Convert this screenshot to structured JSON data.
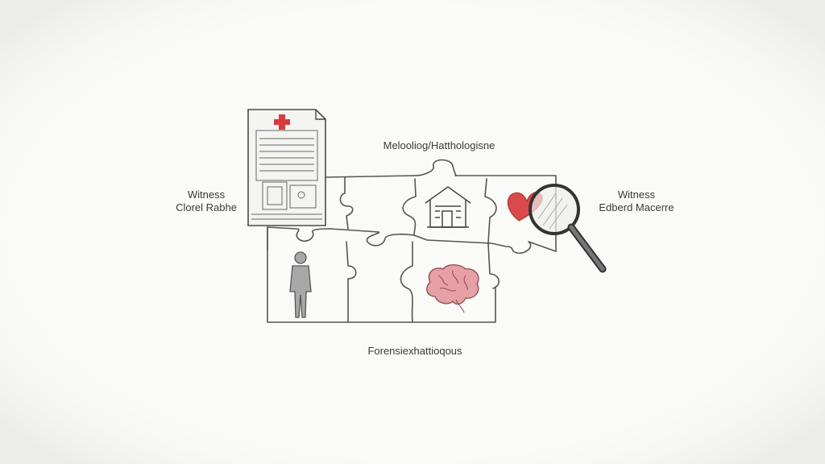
{
  "labels": {
    "top": "Melooliog/Hatthologisne",
    "left_line1": "Witness",
    "left_line2": "Clorel Rabhe",
    "right_line1": "Witness",
    "right_line2": "Edberd Macerre",
    "bottom": "Forensiexhattioqous"
  },
  "colors": {
    "stroke": "#4a4a4a",
    "medical_cross": "#d83b3b",
    "heart": "#d94a4a",
    "brain": "#e7a0a6",
    "figure": "#9a9a9a",
    "background": "#fafaf8"
  },
  "icons": [
    "medical-record-icon",
    "house-icon",
    "heart-icon",
    "magnifying-glass-icon",
    "person-icon",
    "brain-icon"
  ]
}
